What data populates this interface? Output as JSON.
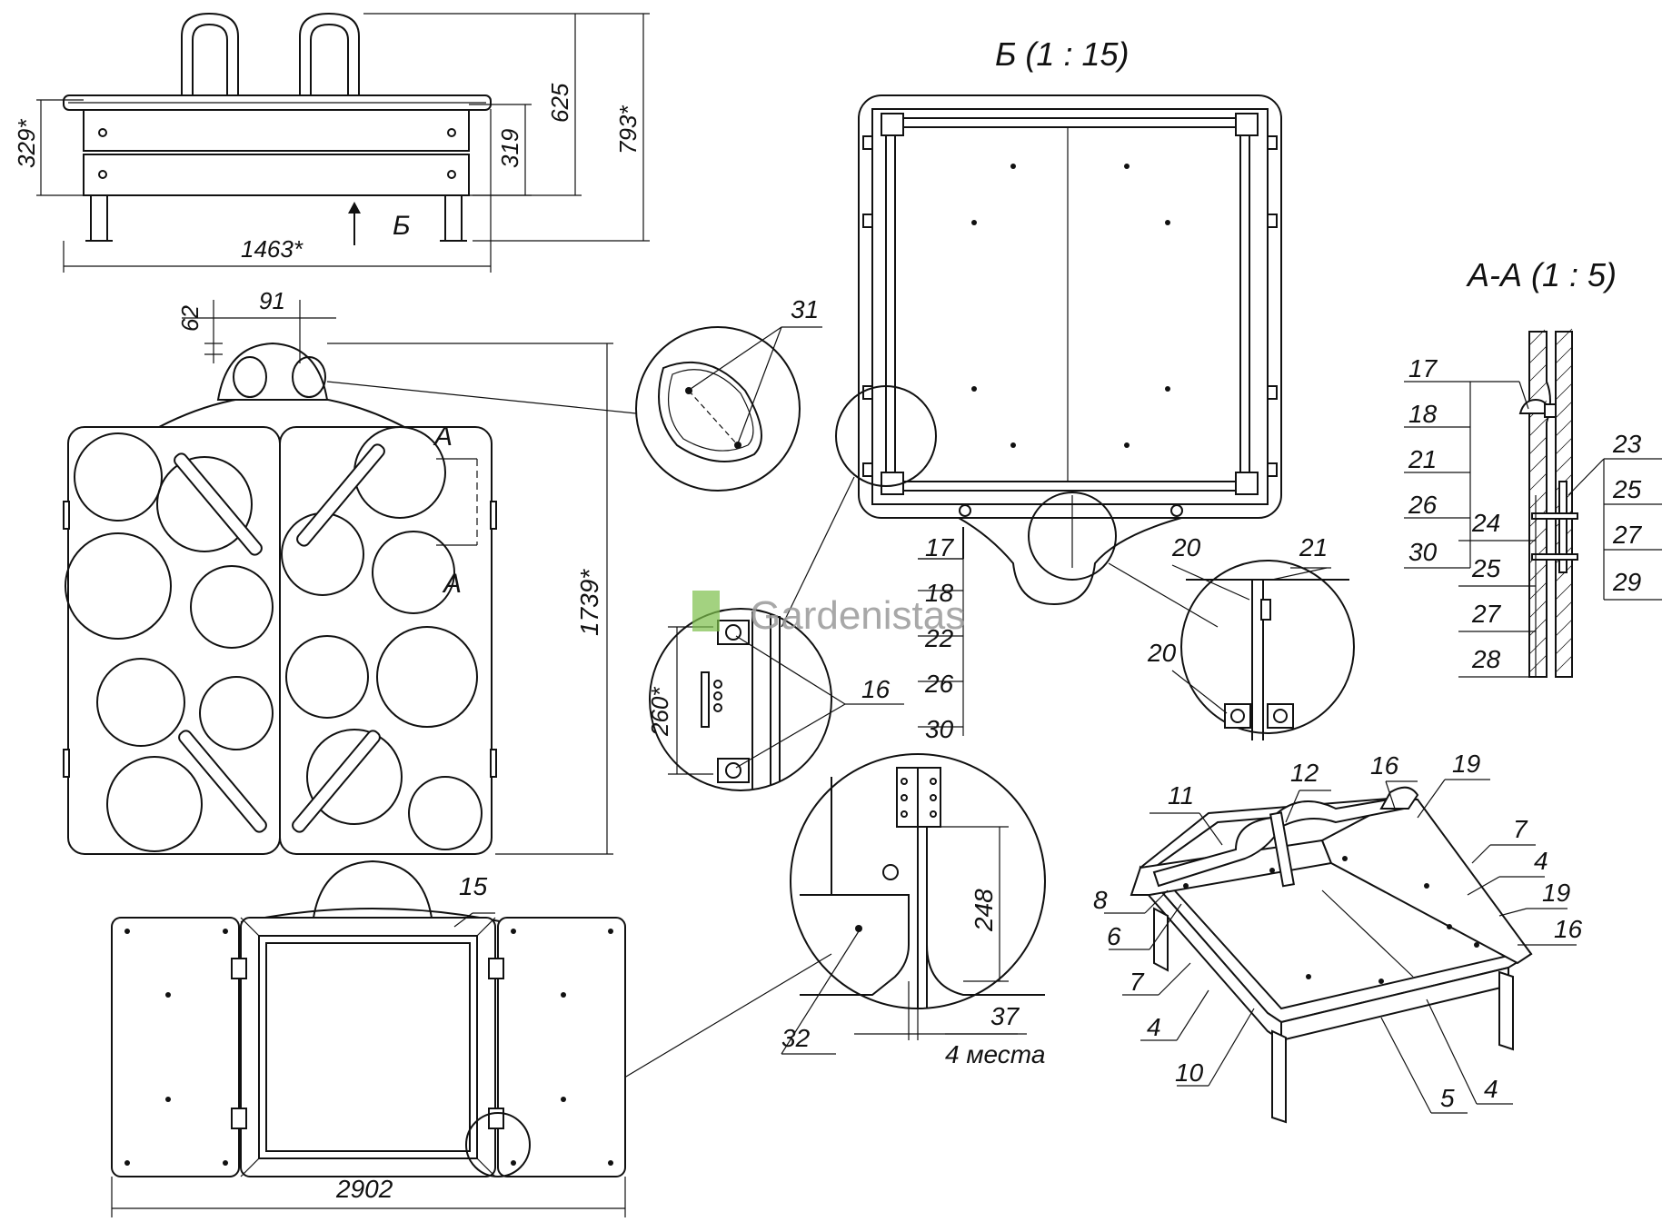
{
  "views": {
    "b_title": "Б (1 : 15)",
    "aa_title": "А-А (1 : 5)"
  },
  "dimensions": {
    "side_height_329": "329*",
    "side_height_319": "319",
    "side_height_625": "625",
    "side_height_793": "793*",
    "side_width_1463": "1463*",
    "view_arrow_b": "Б",
    "top_62": "62",
    "top_91": "91",
    "top_1739": "1739*",
    "section_a_top": "А",
    "section_a_bottom": "А",
    "open_2902": "2902",
    "detail_260": "260*",
    "detail_248": "248",
    "four_places": "4 места"
  },
  "callouts": {
    "d31": "31",
    "b_stack_left": [
      "17",
      "18",
      "22",
      "26",
      "30"
    ],
    "b_20_top": "20",
    "b_21": "21",
    "b_20_bottom": "20",
    "detail_16": "16",
    "aa_left": [
      "17",
      "18",
      "21",
      "26",
      "30"
    ],
    "aa_left_lower": [
      "24",
      "25",
      "27",
      "28"
    ],
    "aa_right": [
      "23",
      "25",
      "27",
      "29"
    ],
    "open_15": "15",
    "d32": "32",
    "d37": "37",
    "iso_11": "11",
    "iso_12": "12",
    "iso_16_top": "16",
    "iso_19_top": "19",
    "iso_7_right": "7",
    "iso_4_right": "4",
    "iso_19_mid": "19",
    "iso_16_right": "16",
    "iso_8": "8",
    "iso_6": "6",
    "iso_7_left": "7",
    "iso_4_left": "4",
    "iso_10": "10",
    "iso_5": "5",
    "iso_4_bottom": "4"
  },
  "watermark": "Gardenistas"
}
